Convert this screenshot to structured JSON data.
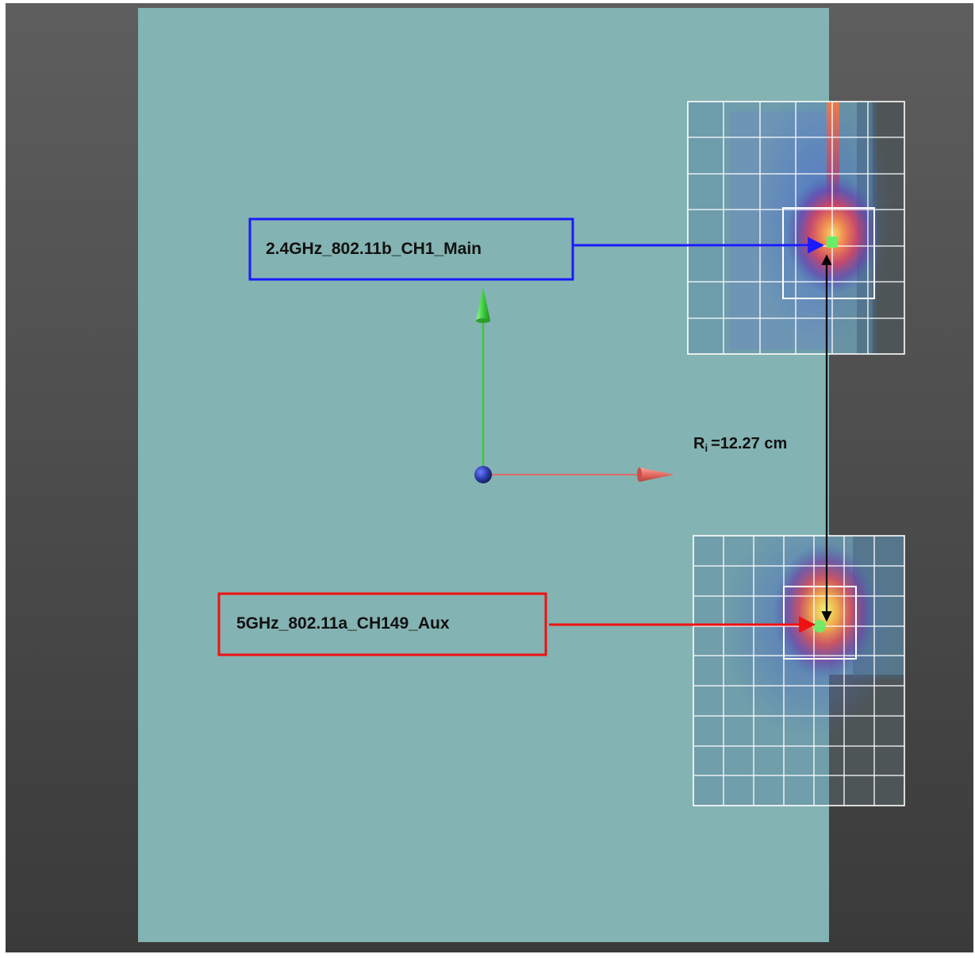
{
  "labels": {
    "main_antenna": "2.4GHz_802.11b_CH1_Main",
    "aux_antenna": "5GHz_802.11a_CH149_Aux"
  },
  "distance": {
    "symbol": "R",
    "subscript": "i",
    "value_text": "=12.27 cm"
  },
  "colors": {
    "background": "#4a4a4a",
    "phantom": "#83b3b2",
    "main_label_border": "#1a1aff",
    "aux_label_border": "#ee1111",
    "main_arrow": "#1a1aff",
    "aux_arrow": "#ee1111",
    "distance_arrow": "#000000",
    "axis_x": "#e06a6a",
    "axis_y": "#33cc33",
    "axis_origin": "#2233aa",
    "grid_line": "#ffffff",
    "peak_marker": "#66ee66"
  },
  "icons": {
    "axis_x_arrow": "red-cone-arrow",
    "axis_y_arrow": "green-cone-arrow",
    "origin": "blue-sphere"
  }
}
